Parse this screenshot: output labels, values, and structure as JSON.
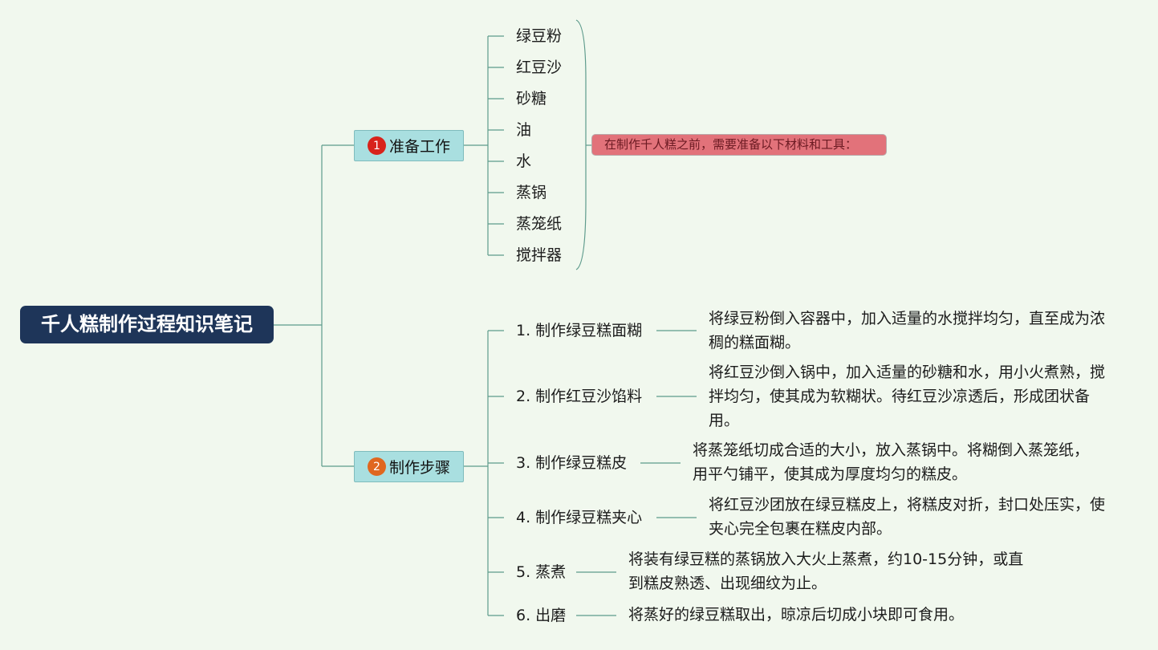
{
  "title": "千人糕制作过程知识笔记",
  "colors": {
    "background": "#f1f8ee",
    "root_fill": "#1e3559",
    "branch_fill": "#a9dfe0",
    "connector": "#5e9b8c",
    "badge_1": "#d8231b",
    "badge_2": "#e0671f",
    "callout_fill": "#e2727a"
  },
  "branches": [
    {
      "number": "1",
      "label": "准备工作",
      "items": [
        "绿豆粉",
        "红豆沙",
        "砂糖",
        "油",
        "水",
        "蒸锅",
        "蒸笼纸",
        "搅拌器"
      ],
      "summary_note": "在制作千人糕之前，需要准备以下材料和工具："
    },
    {
      "number": "2",
      "label": "制作步骤",
      "steps": [
        {
          "label": "1. 制作绿豆糕面糊",
          "desc": "将绿豆粉倒入容器中，加入适量的水搅拌均匀，直至成为浓稠的糕面糊。"
        },
        {
          "label": "2. 制作红豆沙馅料",
          "desc": "将红豆沙倒入锅中，加入适量的砂糖和水，用小火煮熟，搅拌均匀，使其成为软糊状。待红豆沙凉透后，形成团状备用。"
        },
        {
          "label": "3. 制作绿豆糕皮",
          "desc": "将蒸笼纸切成合适的大小，放入蒸锅中。将糊倒入蒸笼纸，用平勺铺平，使其成为厚度均匀的糕皮。"
        },
        {
          "label": "4. 制作绿豆糕夹心",
          "desc": "将红豆沙团放在绿豆糕皮上，将糕皮对折，封口处压实，使夹心完全包裹在糕皮内部。"
        },
        {
          "label": "5. 蒸煮",
          "desc": "将装有绿豆糕的蒸锅放入大火上蒸煮，约10-15分钟，或直到糕皮熟透、出现细纹为止。"
        },
        {
          "label": "6. 出磨",
          "desc": "将蒸好的绿豆糕取出，晾凉后切成小块即可食用。"
        }
      ]
    }
  ]
}
